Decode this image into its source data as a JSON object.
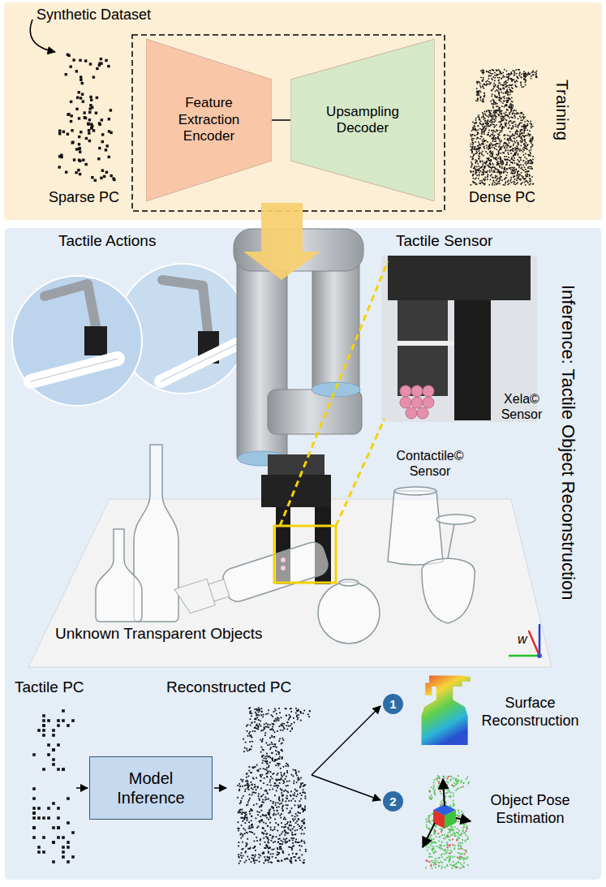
{
  "diagram": {
    "nodes": [
      {
        "text": [
          "Training"
        ]
      },
      {
        "text": [
          "Feature Extraction Encoder"
        ],
        "in": 0
      },
      {
        "text": [
          "Upsampling Decoder"
        ],
        "in": 0
      },
      {
        "text": [
          "Inference: Tactile Object Reconstruction"
        ]
      },
      {
        "text": [
          "Model Inference"
        ],
        "in": 3
      },
      {
        "text": [
          "1"
        ],
        "in": 3
      },
      {
        "text": [
          "2"
        ],
        "in": 3
      }
    ],
    "edges": [
      {
        "from": 1,
        "to": 2,
        "arrow": "none"
      }
    ],
    "labels": [
      "Synthetic Dataset",
      "Sparse PC",
      "Dense PC",
      "Tactile Actions",
      "Tactile Sensor",
      "Xela© Sensor",
      "Contactile© Sensor",
      "Unknown Transparent Objects",
      "w",
      "Tactile PC",
      "Reconstructed PC",
      "Surface Reconstruction",
      "Object Pose Estimation"
    ]
  }
}
